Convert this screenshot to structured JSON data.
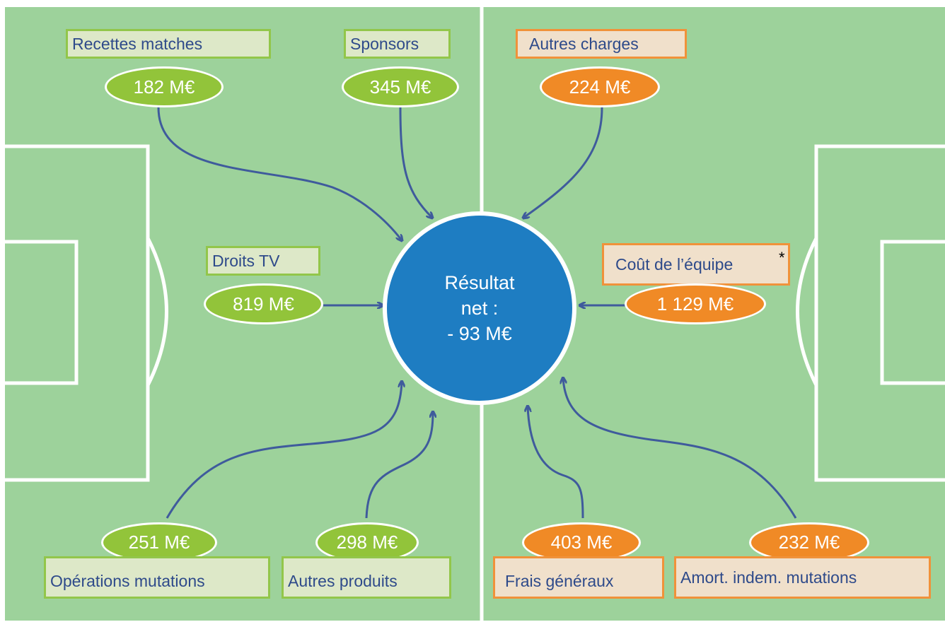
{
  "colors": {
    "pitch": "#9DD29B",
    "lines": "#FFFFFF",
    "arrow": "#3F5B9C",
    "revenue_fill": "#92C43A",
    "revenue_box": "#DDE8C8",
    "expense_fill": "#F08A26",
    "expense_box": "#F0E0CB",
    "result_fill": "#1E7DC2"
  },
  "revenues": [
    {
      "label": "Recettes matches",
      "value": "182 M€"
    },
    {
      "label": "Sponsors",
      "value": "345 M€"
    },
    {
      "label": "Droits TV",
      "value": "819 M€"
    },
    {
      "label": "Opérations mutations",
      "value": "251 M€"
    },
    {
      "label": "Autres produits",
      "value": "298 M€"
    }
  ],
  "expenses": [
    {
      "label": "Autres charges",
      "value": "224 M€"
    },
    {
      "label": "Coût de l’équipe",
      "value": "1 129 M€",
      "note": "*"
    },
    {
      "label": "Frais généraux",
      "value": "403 M€"
    },
    {
      "label": "Amort. indem. mutations",
      "value": "232 M€"
    }
  ],
  "result": {
    "line1": "Résultat",
    "line2": "net :",
    "line3": "- 93 M€"
  }
}
